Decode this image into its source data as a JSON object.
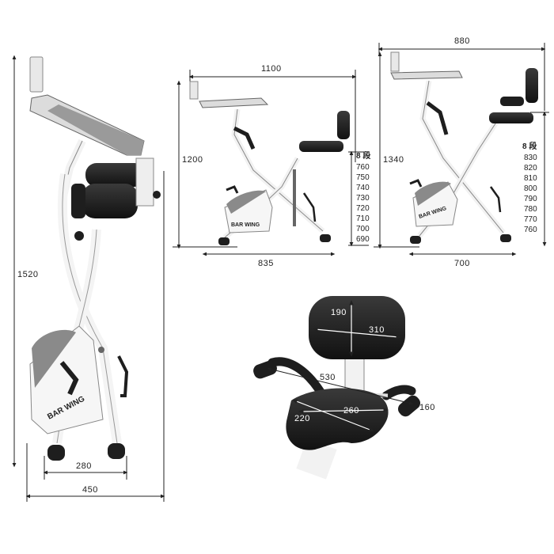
{
  "brand": {
    "name": "BAR WING"
  },
  "folded_view": {
    "height": "1520",
    "wheel_span": "280",
    "depth": "450"
  },
  "side_view_short": {
    "width": "1100",
    "height": "1200",
    "base": "835",
    "levels_label": "8 段",
    "levels": [
      "760",
      "750",
      "740",
      "730",
      "720",
      "710",
      "700",
      "690"
    ]
  },
  "side_view_tall": {
    "width": "880",
    "height": "1340",
    "base": "700",
    "levels_label": "8 段",
    "levels": [
      "830",
      "820",
      "810",
      "800",
      "790",
      "780",
      "770",
      "760"
    ]
  },
  "seat_detail": {
    "backrest_height": "190",
    "backrest_width": "310",
    "handle_span": "530",
    "grip_length": "160",
    "seat_width": "260",
    "seat_depth": "220"
  },
  "colors": {
    "frame": "#f2f2f2",
    "dark": "#1e1e1e",
    "line": "#222222",
    "gray": "#9a9a9a"
  }
}
